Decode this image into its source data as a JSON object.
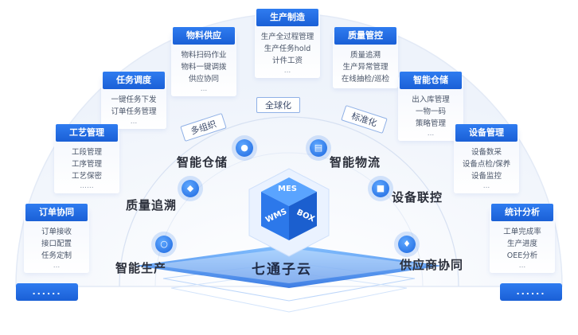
{
  "cards": {
    "production": {
      "title": "生产制造",
      "items": [
        "生产全过程管理",
        "生产任务hold",
        "计件工资"
      ],
      "more": "..."
    },
    "material": {
      "title": "物料供应",
      "items": [
        "物料扫码作业",
        "物料一键调拨",
        "供应协同"
      ],
      "more": "..."
    },
    "quality": {
      "title": "质量管控",
      "items": [
        "质量追溯",
        "生产异常管理",
        "在线抽检/巡检"
      ],
      "more": ""
    },
    "dispatch": {
      "title": "任务调度",
      "items": [
        "一键任务下发",
        "订单任务管理"
      ],
      "more": "..."
    },
    "warehouse": {
      "title": "智能仓储",
      "items": [
        "出入库管理",
        "一物一码",
        "策略管理"
      ],
      "more": "..."
    },
    "process": {
      "title": "工艺管理",
      "items": [
        "工段管理",
        "工序管理",
        "工艺保密"
      ],
      "more": "......"
    },
    "equipment": {
      "title": "设备管理",
      "items": [
        "设备数采",
        "设备点检/保养",
        "设备监控"
      ],
      "more": "..."
    },
    "order": {
      "title": "订单协同",
      "items": [
        "订单接收",
        "接口配置",
        "任务定制"
      ],
      "more": "..."
    },
    "analysis": {
      "title": "统计分析",
      "items": [
        "工单完成率",
        "生产进度",
        "OEE分析"
      ],
      "more": "..."
    }
  },
  "ring_tags": {
    "left": "多组织",
    "center": "全球化",
    "right": "标准化"
  },
  "features": {
    "smart_storage": "智能仓储",
    "smart_logistics": "智能物流",
    "quality_trace": "质量追溯",
    "device_link": "设备联控",
    "smart_production": "智能生产",
    "supplier_collab": "供应商协同"
  },
  "cube": {
    "top": "MES",
    "left": "WMS",
    "right": "BOX"
  },
  "center_title": "七通子云",
  "bottom_buttons": {
    "left": "......",
    "right": "......"
  },
  "colors": {
    "accent": "#1d67df",
    "ring": "#dfe7f5",
    "text": "#2b2f3a"
  }
}
